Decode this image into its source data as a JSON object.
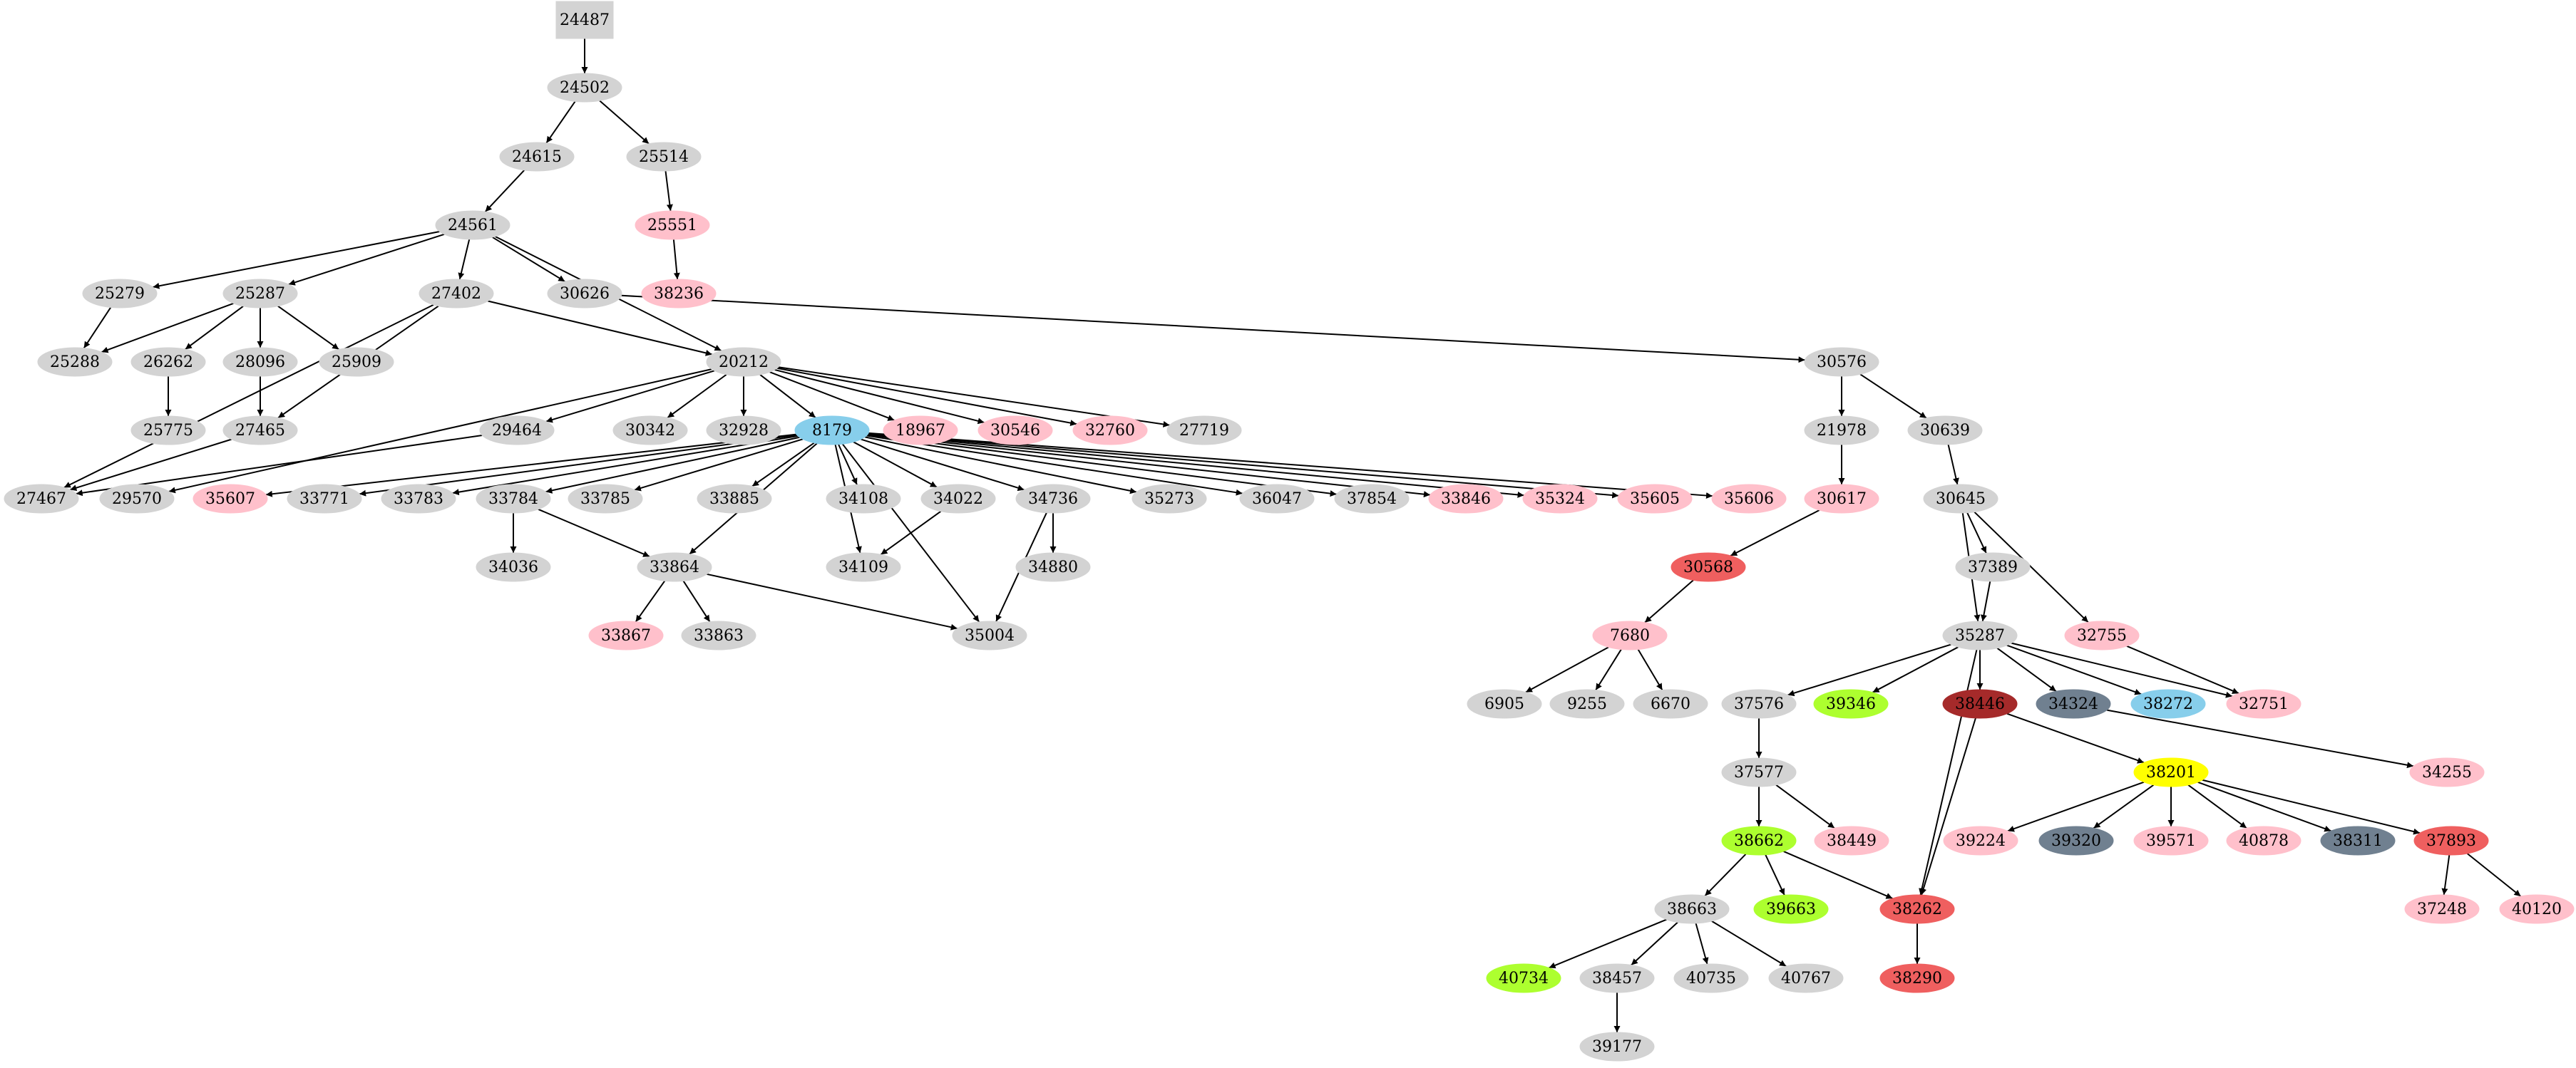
{
  "graph": {
    "type": "directed-graph",
    "colors": {
      "default": "#d3d3d3",
      "pink": "#ffc0cb",
      "skyblue": "#87ceeb",
      "red": "#ef5f5f",
      "darkred": "#a52a2a",
      "slategray": "#708090",
      "yellowgreen": "#adff2f",
      "yellow": "#ffff00"
    },
    "nodes": [
      {
        "id": "24487",
        "shape": "box",
        "color": "default"
      },
      {
        "id": "24502",
        "color": "default"
      },
      {
        "id": "24615",
        "color": "default"
      },
      {
        "id": "25514",
        "color": "default"
      },
      {
        "id": "24561",
        "color": "default"
      },
      {
        "id": "25551",
        "color": "pink"
      },
      {
        "id": "25279",
        "color": "default"
      },
      {
        "id": "25287",
        "color": "default"
      },
      {
        "id": "27402",
        "color": "default"
      },
      {
        "id": "30626",
        "color": "default"
      },
      {
        "id": "38236",
        "color": "pink"
      },
      {
        "id": "25288",
        "color": "default"
      },
      {
        "id": "26262",
        "color": "default"
      },
      {
        "id": "28096",
        "color": "default"
      },
      {
        "id": "25909",
        "color": "default"
      },
      {
        "id": "20212",
        "color": "default"
      },
      {
        "id": "30576",
        "color": "default"
      },
      {
        "id": "25775",
        "color": "default"
      },
      {
        "id": "27465",
        "color": "default"
      },
      {
        "id": "29464",
        "color": "default"
      },
      {
        "id": "30342",
        "color": "default"
      },
      {
        "id": "32928",
        "color": "default"
      },
      {
        "id": "8179",
        "color": "skyblue"
      },
      {
        "id": "18967",
        "color": "pink"
      },
      {
        "id": "30546",
        "color": "pink"
      },
      {
        "id": "32760",
        "color": "pink"
      },
      {
        "id": "27719",
        "color": "default"
      },
      {
        "id": "21978",
        "color": "default"
      },
      {
        "id": "30639",
        "color": "default"
      },
      {
        "id": "27467",
        "color": "default"
      },
      {
        "id": "29570",
        "color": "default"
      },
      {
        "id": "35607",
        "color": "pink"
      },
      {
        "id": "33771",
        "color": "default"
      },
      {
        "id": "33783",
        "color": "default"
      },
      {
        "id": "33784",
        "color": "default"
      },
      {
        "id": "33785",
        "color": "default"
      },
      {
        "id": "33885",
        "color": "default"
      },
      {
        "id": "34108",
        "color": "default"
      },
      {
        "id": "34022",
        "color": "default"
      },
      {
        "id": "34736",
        "color": "default"
      },
      {
        "id": "35273",
        "color": "default"
      },
      {
        "id": "36047",
        "color": "default"
      },
      {
        "id": "37854",
        "color": "default"
      },
      {
        "id": "33846",
        "color": "pink"
      },
      {
        "id": "35324",
        "color": "pink"
      },
      {
        "id": "35605",
        "color": "pink"
      },
      {
        "id": "35606",
        "color": "pink"
      },
      {
        "id": "30617",
        "color": "pink"
      },
      {
        "id": "30645",
        "color": "default"
      },
      {
        "id": "34036",
        "color": "default"
      },
      {
        "id": "33864",
        "color": "default"
      },
      {
        "id": "34109",
        "color": "default"
      },
      {
        "id": "34880",
        "color": "default"
      },
      {
        "id": "30568",
        "color": "red"
      },
      {
        "id": "37389",
        "color": "default"
      },
      {
        "id": "33867",
        "color": "pink"
      },
      {
        "id": "33863",
        "color": "default"
      },
      {
        "id": "35004",
        "color": "default"
      },
      {
        "id": "7680",
        "color": "pink"
      },
      {
        "id": "35287",
        "color": "default"
      },
      {
        "id": "32755",
        "color": "pink"
      },
      {
        "id": "6905",
        "color": "default"
      },
      {
        "id": "9255",
        "color": "default"
      },
      {
        "id": "6670",
        "color": "default"
      },
      {
        "id": "37576",
        "color": "default"
      },
      {
        "id": "39346",
        "color": "yellowgreen"
      },
      {
        "id": "38446",
        "color": "darkred"
      },
      {
        "id": "34324",
        "color": "slategray"
      },
      {
        "id": "38272",
        "color": "skyblue"
      },
      {
        "id": "32751",
        "color": "pink"
      },
      {
        "id": "37577",
        "color": "default"
      },
      {
        "id": "38201",
        "color": "yellow"
      },
      {
        "id": "34255",
        "color": "pink"
      },
      {
        "id": "38662",
        "color": "yellowgreen"
      },
      {
        "id": "38449",
        "color": "pink"
      },
      {
        "id": "39224",
        "color": "pink"
      },
      {
        "id": "39320",
        "color": "slategray"
      },
      {
        "id": "39571",
        "color": "pink"
      },
      {
        "id": "40878",
        "color": "pink"
      },
      {
        "id": "38311",
        "color": "slategray"
      },
      {
        "id": "37893",
        "color": "red"
      },
      {
        "id": "38663",
        "color": "default"
      },
      {
        "id": "39663",
        "color": "yellowgreen"
      },
      {
        "id": "38262",
        "color": "red"
      },
      {
        "id": "37248",
        "color": "pink"
      },
      {
        "id": "40120",
        "color": "pink"
      },
      {
        "id": "40734",
        "color": "yellowgreen"
      },
      {
        "id": "38457",
        "color": "default"
      },
      {
        "id": "40735",
        "color": "default"
      },
      {
        "id": "40767",
        "color": "default"
      },
      {
        "id": "38290",
        "color": "red"
      },
      {
        "id": "39177",
        "color": "default"
      }
    ],
    "edges": [
      [
        "24487",
        "24502"
      ],
      [
        "24502",
        "24615"
      ],
      [
        "24502",
        "25514"
      ],
      [
        "24615",
        "24561"
      ],
      [
        "25514",
        "25551"
      ],
      [
        "24561",
        "25279"
      ],
      [
        "24561",
        "25287"
      ],
      [
        "24561",
        "27402"
      ],
      [
        "24561",
        "30626"
      ],
      [
        "24561",
        "20212"
      ],
      [
        "25551",
        "38236"
      ],
      [
        "25279",
        "25288"
      ],
      [
        "25287",
        "25288"
      ],
      [
        "25287",
        "26262"
      ],
      [
        "25287",
        "28096"
      ],
      [
        "25287",
        "25909"
      ],
      [
        "27402",
        "27465"
      ],
      [
        "27402",
        "27467"
      ],
      [
        "27402",
        "20212"
      ],
      [
        "30626",
        "30576"
      ],
      [
        "26262",
        "25775"
      ],
      [
        "28096",
        "27465"
      ],
      [
        "27465",
        "27467"
      ],
      [
        "20212",
        "29464"
      ],
      [
        "20212",
        "29570"
      ],
      [
        "20212",
        "30342"
      ],
      [
        "20212",
        "32928"
      ],
      [
        "20212",
        "8179"
      ],
      [
        "20212",
        "18967"
      ],
      [
        "20212",
        "30546"
      ],
      [
        "20212",
        "32760"
      ],
      [
        "20212",
        "27719"
      ],
      [
        "29464",
        "27467"
      ],
      [
        "30576",
        "21978"
      ],
      [
        "30576",
        "30639"
      ],
      [
        "8179",
        "35607"
      ],
      [
        "8179",
        "33771"
      ],
      [
        "8179",
        "33783"
      ],
      [
        "8179",
        "33784"
      ],
      [
        "8179",
        "33785"
      ],
      [
        "8179",
        "33885"
      ],
      [
        "8179",
        "34108"
      ],
      [
        "8179",
        "34022"
      ],
      [
        "8179",
        "34736"
      ],
      [
        "8179",
        "35273"
      ],
      [
        "8179",
        "36047"
      ],
      [
        "8179",
        "37854"
      ],
      [
        "8179",
        "33846"
      ],
      [
        "8179",
        "35324"
      ],
      [
        "8179",
        "35605"
      ],
      [
        "8179",
        "35606"
      ],
      [
        "8179",
        "33864"
      ],
      [
        "8179",
        "34109"
      ],
      [
        "8179",
        "35004"
      ],
      [
        "21978",
        "30617"
      ],
      [
        "30639",
        "30645"
      ],
      [
        "33784",
        "34036"
      ],
      [
        "33784",
        "33864"
      ],
      [
        "34022",
        "34109"
      ],
      [
        "34736",
        "34880"
      ],
      [
        "34736",
        "35004"
      ],
      [
        "30617",
        "30568"
      ],
      [
        "30645",
        "37389"
      ],
      [
        "30645",
        "35287"
      ],
      [
        "30645",
        "32755"
      ],
      [
        "33864",
        "33867"
      ],
      [
        "33864",
        "33863"
      ],
      [
        "33864",
        "35004"
      ],
      [
        "30568",
        "7680"
      ],
      [
        "37389",
        "35287"
      ],
      [
        "7680",
        "6905"
      ],
      [
        "7680",
        "9255"
      ],
      [
        "7680",
        "6670"
      ],
      [
        "35287",
        "37576"
      ],
      [
        "35287",
        "39346"
      ],
      [
        "35287",
        "38446"
      ],
      [
        "35287",
        "34324"
      ],
      [
        "35287",
        "38272"
      ],
      [
        "35287",
        "32751"
      ],
      [
        "35287",
        "38262"
      ],
      [
        "32755",
        "32751"
      ],
      [
        "37576",
        "37577"
      ],
      [
        "38446",
        "38201"
      ],
      [
        "38446",
        "38262"
      ],
      [
        "34324",
        "34255"
      ],
      [
        "37577",
        "38662"
      ],
      [
        "37577",
        "38449"
      ],
      [
        "38201",
        "39224"
      ],
      [
        "38201",
        "39320"
      ],
      [
        "38201",
        "39571"
      ],
      [
        "38201",
        "40878"
      ],
      [
        "38201",
        "38311"
      ],
      [
        "38201",
        "37893"
      ],
      [
        "38662",
        "38663"
      ],
      [
        "38662",
        "39663"
      ],
      [
        "38662",
        "38262"
      ],
      [
        "37893",
        "37248"
      ],
      [
        "37893",
        "40120"
      ],
      [
        "38663",
        "40734"
      ],
      [
        "38663",
        "38457"
      ],
      [
        "38663",
        "40735"
      ],
      [
        "38663",
        "40767"
      ],
      [
        "38262",
        "38290"
      ],
      [
        "38457",
        "39177"
      ]
    ]
  }
}
